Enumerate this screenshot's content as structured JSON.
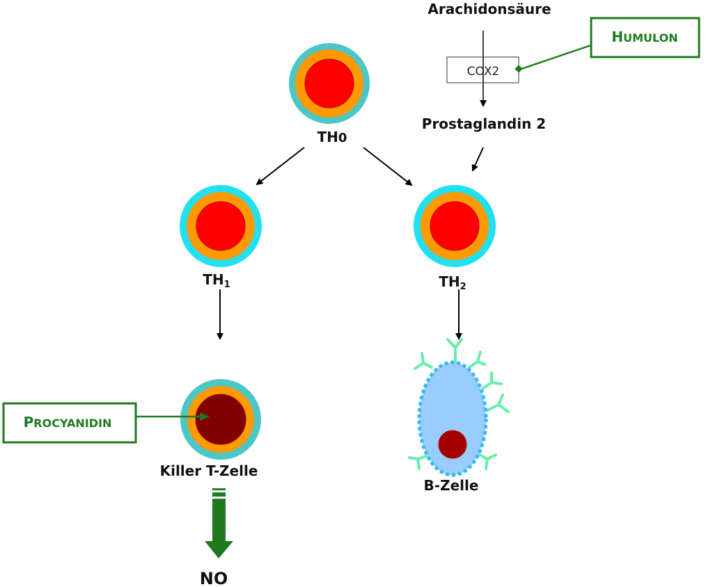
{
  "nodes": {
    "arachidonic_acid": "Arachidonsäure",
    "cox2": "COX2",
    "prostaglandin": "Prostaglandin 2",
    "th0": {
      "base": "TH",
      "sub": "0"
    },
    "th1": {
      "base": "TH",
      "sub": "1"
    },
    "th2": {
      "base": "TH",
      "sub": "2"
    },
    "killer_t_cell": "Killer T-Zelle",
    "b_cell": "B-Zelle",
    "no": "NO"
  },
  "inhibitors": {
    "humulon": {
      "first": "H",
      "rest": "UMULON"
    },
    "procyanidin": {
      "first": "P",
      "rest": "ROCYANIDIN"
    }
  },
  "colors": {
    "cell_outer": "#4cc6c6",
    "cell_outer_bright": "#22e0f0",
    "cell_middle": "#ff9900",
    "cell_nucleus": "#ff0000",
    "killer_nucleus": "#800000",
    "b_cell_body": "#99ccff",
    "b_cell_border": "#33bbee",
    "b_cell_antibody": "#66eeaa",
    "inhibitor_green": "#1f7a1f",
    "arrow_black": "#000000"
  }
}
